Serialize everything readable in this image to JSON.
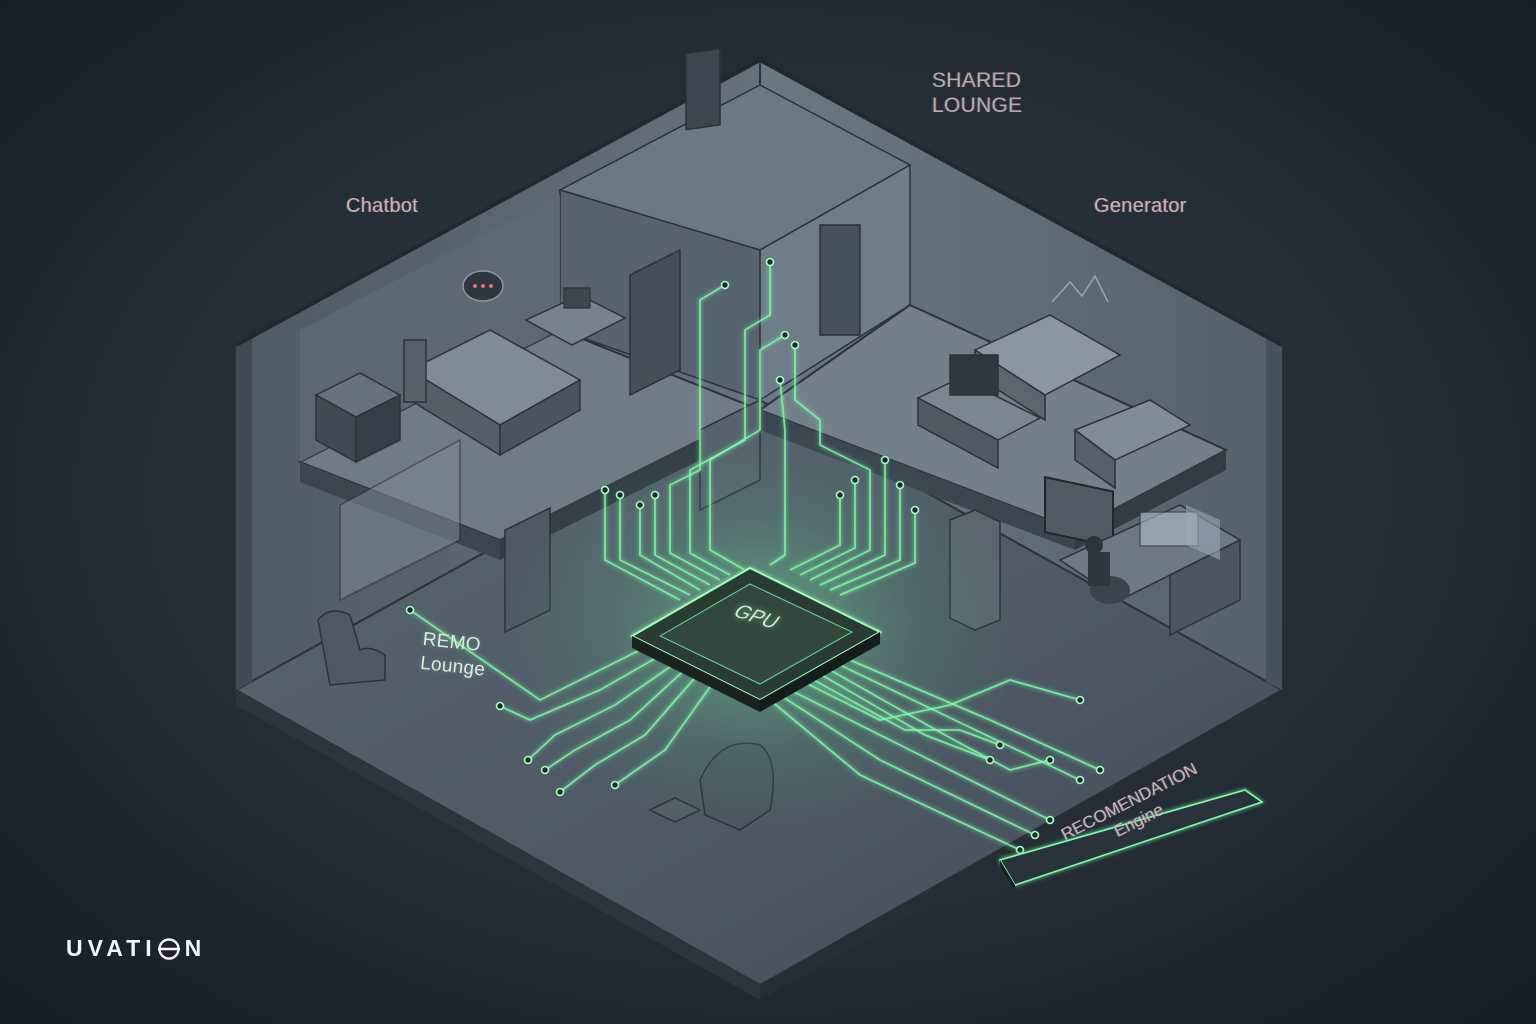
{
  "labels": {
    "shared_lounge_line1": "SHARED",
    "shared_lounge_line2": "LOUNGE",
    "chatbot": "Chatbot",
    "generator": "Generator",
    "remo_line1": "REMO",
    "remo_line2": "Lounge",
    "gpu": "GPU",
    "recommendation_line1": "RECOMENDATION",
    "recommendation_line2": "Engine"
  },
  "brand": {
    "prefix": "UVATI",
    "suffix": "N",
    "mark": "O-ring-icon"
  },
  "colors": {
    "circuit_glow": "#7dffa8",
    "walls": "#5d6b78",
    "background": "#1c232b"
  }
}
